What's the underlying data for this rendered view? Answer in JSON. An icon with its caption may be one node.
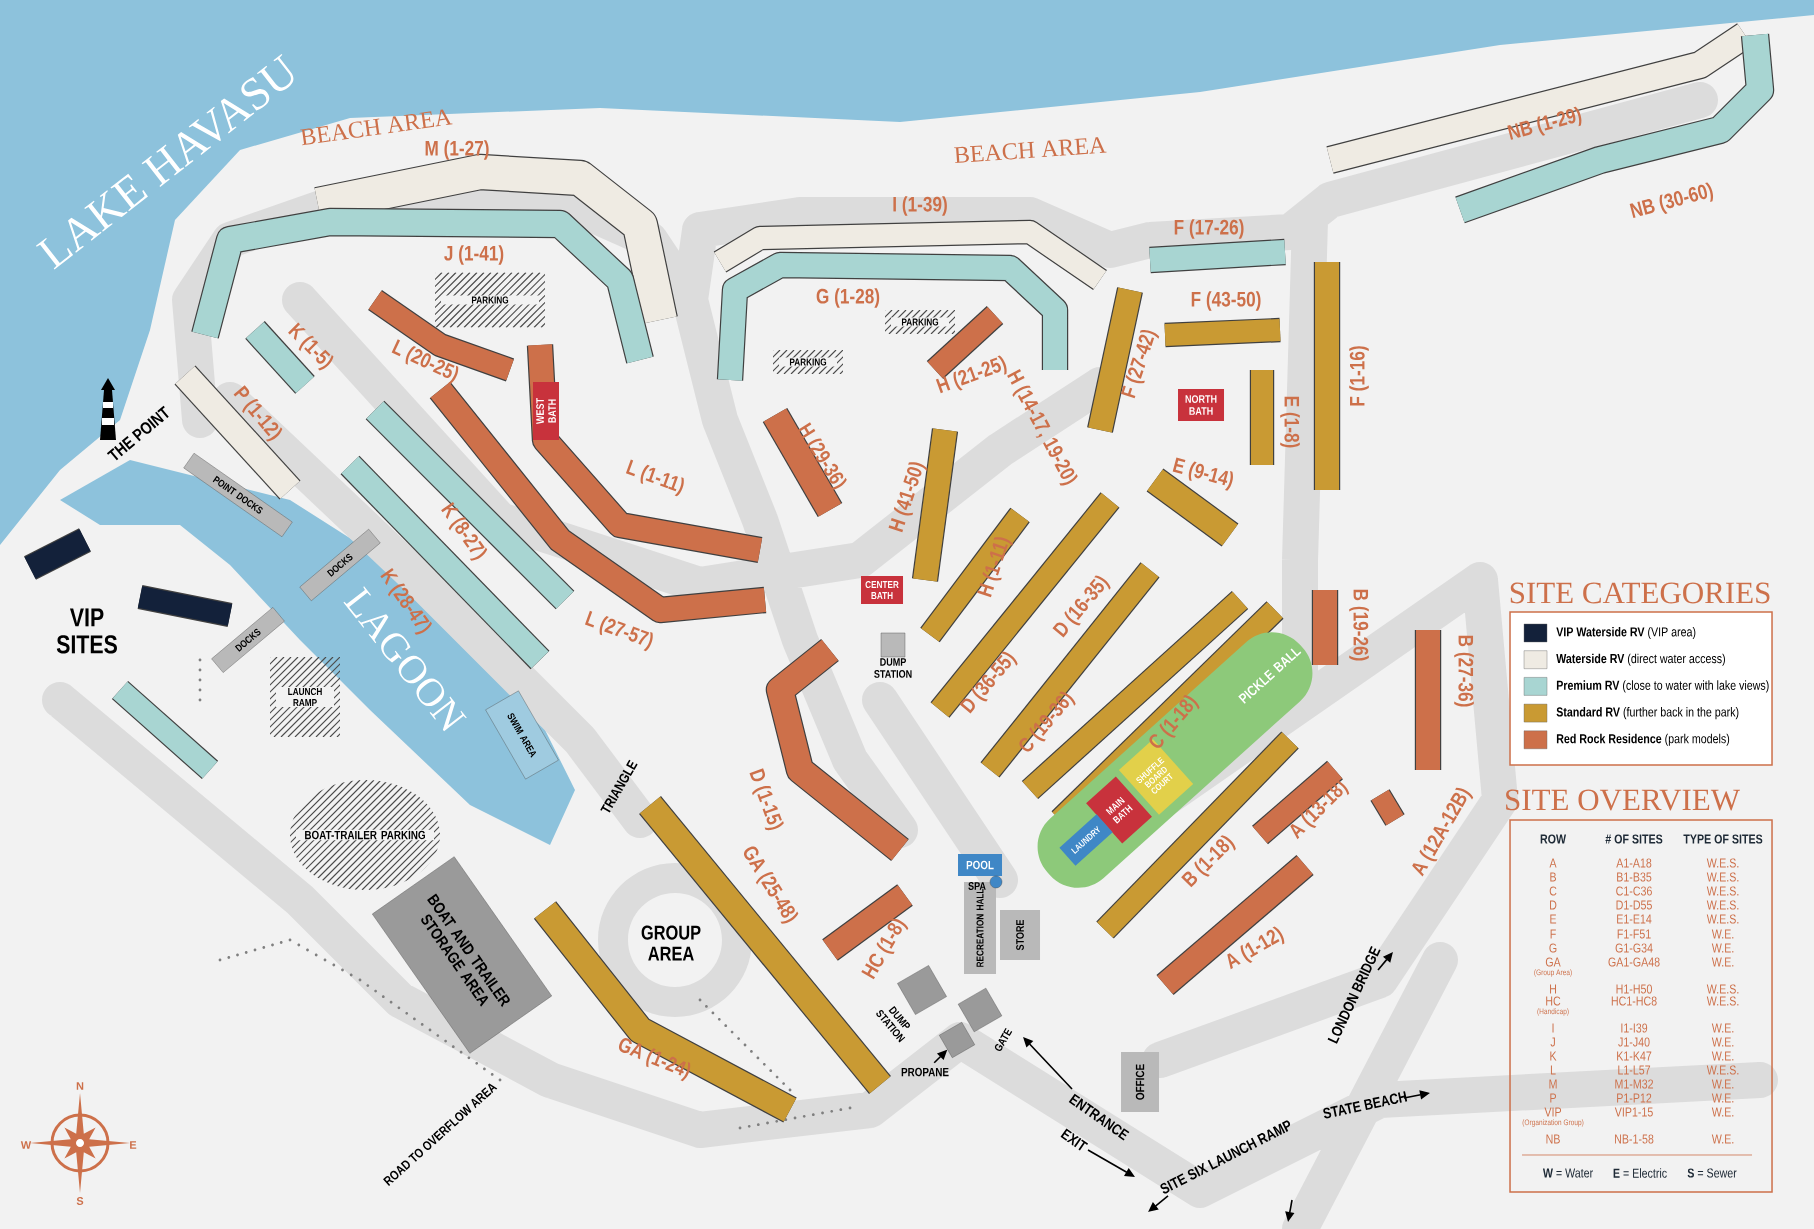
{
  "diagram": {
    "nodes": [
      {
        "text": [
          "WEST BATH"
        ]
      },
      {
        "text": [
          "NORTH BATH"
        ]
      },
      {
        "text": [
          "CENTER BATH"
        ]
      },
      {
        "text": [
          "PICKLE BALL"
        ]
      },
      {
        "text": [
          "SHUFFLE BOARD COURT"
        ]
      },
      {
        "text": [
          "MAIN BATH"
        ]
      },
      {
        "text": [
          "LAUNDRY"
        ]
      },
      {
        "text": [
          "POOL"
        ]
      },
      {
        "text": [
          "RECREATION HALL"
        ]
      },
      {
        "text": [
          "STORE"
        ]
      },
      {
        "text": [
          "OFFICE"
        ]
      },
      {
        "text": [
          "SWIM AREA"
        ]
      },
      {
        "text": [
          "BOAT AND TRAILER STORAGE AREA"
        ]
      },
      {
        "text": [
          "BOAT-TRAILER PARKING"
        ]
      },
      {
        "text": [
          "PARKING"
        ]
      },
      {
        "text": [
          "PARKING"
        ]
      },
      {
        "text": [
          "PARKING"
        ]
      },
      {
        "text": [
          "LAUNCH RAMP"
        ]
      },
      {
        "text": [
          "DOCKS"
        ]
      },
      {
        "text": [
          "DOCKS"
        ]
      },
      {
        "text": [
          "POINT DOCKS"
        ]
      },
      {
        "text": [],
        "shape": "box",
        "beside": [
          "DUMP STATION"
        ]
      },
      {
        "text": [],
        "shape": "box",
        "beside": [
          "DUMP STATION"
        ]
      },
      {
        "text": [],
        "shape": "box",
        "beside": [
          "GATE"
        ]
      },
      {
        "text": [
          "PROPANE"
        ]
      },
      {
        "text": [],
        "shape": "box"
      },
      {
        "text": [],
        "shape": "circle",
        "beside": [
          "SPA"
        ]
      }
    ],
    "edges": [
      {
        "from": 24,
        "to": 25,
        "arrow": "to"
      }
    ],
    "labels": [
      "LAKE HAVASU",
      "BEACH AREA",
      "BEACH AREA",
      "THE POINT",
      "VIP SITES",
      "LAGOON",
      "TRIANGLE",
      "GROUP AREA",
      "ROAD TO OVERFLOW AREA",
      "ENTRANCE",
      "EXIT",
      "SITE SIX LAUNCH RAMP",
      "LONDON BRIDGE",
      "STATE BEACH",
      "M (1-27)",
      "J (1-41)",
      "K (1-5)",
      "L (20-25)",
      "P (1-12)",
      "K (8-27)",
      "K (28-47)",
      "L (1-11)",
      "L (27-57)",
      "I (1-39)",
      "G (1-28)",
      "H (21-25)",
      "H (14-17, 19-20)",
      "H (29-36)",
      "H (41-50)",
      "H (1-11)",
      "F (17-26)",
      "F (43-50)",
      "F (27-42)",
      "E (9-14)",
      "E (1-8)",
      "F (1-16)",
      "NB (1-29)",
      "NB (30-60)",
      "D (16-35)",
      "D (36-55)",
      "C (19-36)",
      "C (1-18)",
      "B (1-18)",
      "A (13-18)",
      "A (1-12)",
      "A (12A-12B)",
      "B (27-36)",
      "B (19-26)",
      "D (1-15)",
      "GA (25-48)",
      "GA (1-24)",
      "HC (1-8)",
      "N",
      "E",
      "S",
      "W",
      "SITE CATEGORIES",
      "SITE OVERVIEW",
      "ROW",
      "# OF SITES",
      "TYPE OF SITES",
      "A",
      "A1-A18",
      "W.E.S.",
      "B",
      "B1-B35",
      "W.E.S.",
      "C",
      "C1-C36",
      "W.E.S.",
      "D",
      "D1-D55",
      "W.E.S.",
      "E",
      "E1-E14",
      "W.E.S.",
      "F",
      "F1-F51",
      "W.E.",
      "G",
      "G1-G34",
      "W.E.",
      "GA",
      "GA1-GA48",
      "W.E.",
      "(Group Area)",
      "H",
      "H1-H50",
      "W.E.S.",
      "HC",
      "HC1-HC8",
      "W.E.S.",
      "(Handicap)",
      "I",
      "I1-I39",
      "W.E.",
      "J",
      "J1-J40",
      "W.E.",
      "K",
      "K1-K47",
      "W.E.",
      "L",
      "L1-L57",
      "W.E.S.",
      "M",
      "M1-M32",
      "W.E.",
      "P",
      "P1-P12",
      "W.E.",
      "VIP",
      "VIP1-15",
      "W.E.",
      "(Organization Group)",
      "NB",
      "NB-1-58",
      "W.E.",
      "**W** = Water",
      "**E** = Electric",
      "**S** = Sewer"
    ],
    "legend": [
      {
        "text": "**VIP Waterside RV** (VIP area)",
        "color": "#13213a"
      },
      {
        "text": "**Waterside RV** (direct water access)",
        "color": "#efebe3"
      },
      {
        "text": "**Premium RV** (close to water with lake views)",
        "color": "#a8d5d2"
      },
      {
        "text": "**Standard RV** (further back in the park)",
        "color": "#c99a33"
      },
      {
        "text": "**Red Rock Residence** (park models)",
        "color": "#cd704a"
      }
    ]
  }
}
